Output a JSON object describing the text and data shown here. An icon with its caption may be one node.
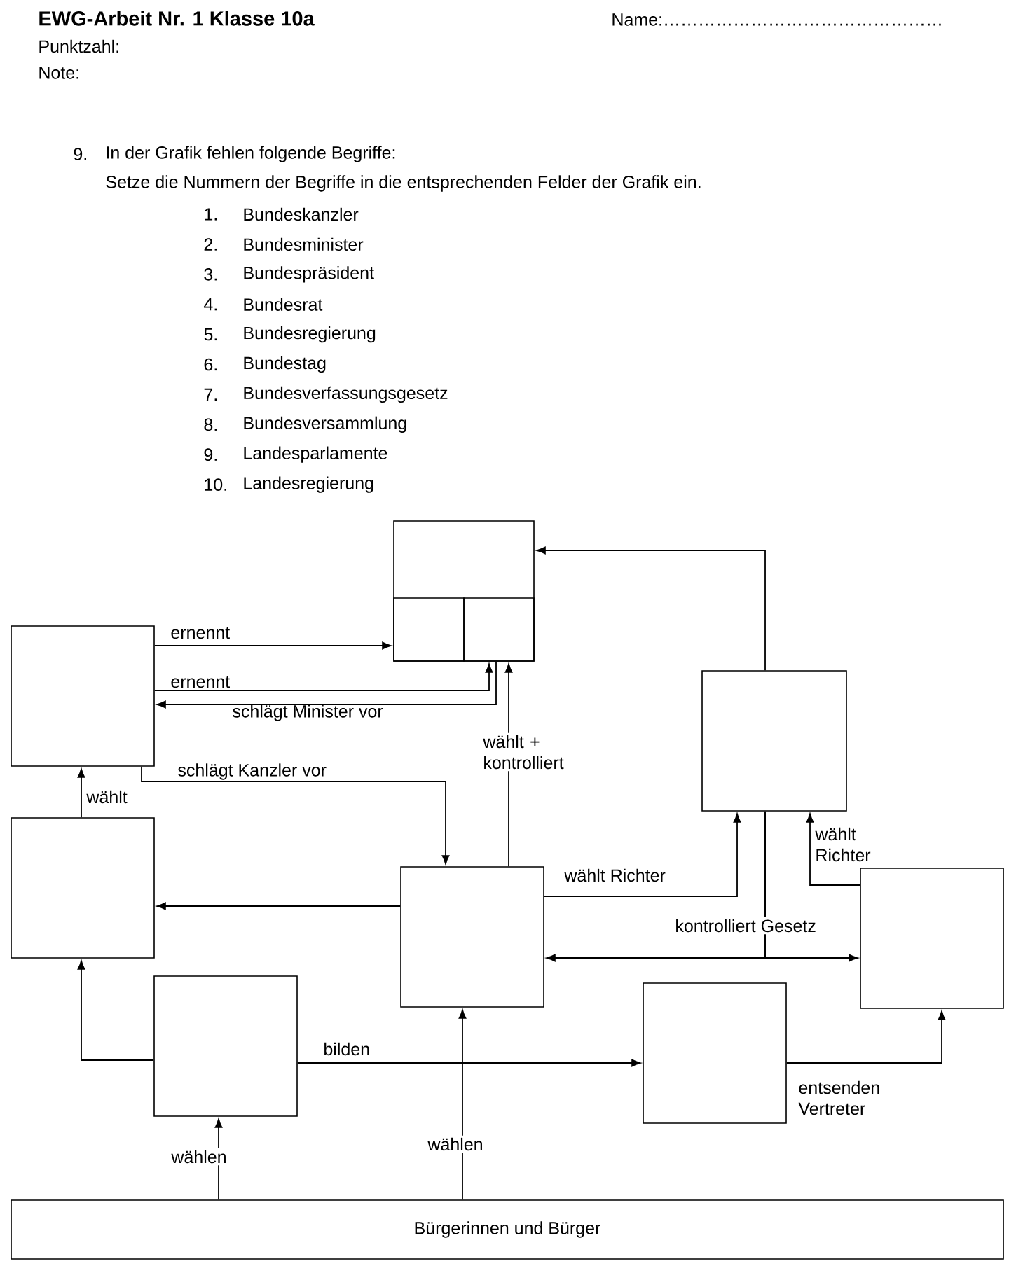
{
  "diagram": {
    "title": "EWG-Arbeit Nr. 1 Klasse 10a",
    "nodes": [
      {
        "text": [],
        "shape": "box"
      },
      {
        "text": [],
        "shape": "box",
        "in": 0
      },
      {
        "text": [],
        "shape": "box",
        "in": 0
      },
      {
        "text": [],
        "shape": "box"
      },
      {
        "text": [],
        "shape": "box"
      },
      {
        "text": [],
        "shape": "box"
      },
      {
        "text": [],
        "shape": "box"
      },
      {
        "text": [],
        "shape": "box"
      },
      {
        "text": [],
        "shape": "box"
      },
      {
        "text": [],
        "shape": "box"
      },
      {
        "text": [
          "Bürgerinnen und Bürger"
        ]
      }
    ],
    "edges": [
      {
        "from": 3,
        "to": 1,
        "arrow": "to",
        "label": "ernennt"
      },
      {
        "from": 3,
        "to": 2,
        "arrow": "to",
        "label": "ernennt"
      },
      {
        "from": 2,
        "to": 3,
        "arrow": "to",
        "label": "schlägt Minister vor"
      },
      {
        "from": 3,
        "to": 6,
        "arrow": "to",
        "label": "schlägt Kanzler vor"
      },
      {
        "from": 6,
        "to": 2,
        "arrow": "to",
        "label": "wählt + kontrolliert"
      },
      {
        "from": 4,
        "to": 0,
        "arrow": "to"
      },
      {
        "from": 5,
        "to": 3,
        "arrow": "to",
        "label": "wählt"
      },
      {
        "from": 6,
        "to": 5,
        "arrow": "to"
      },
      {
        "from": 6,
        "to": 4,
        "arrow": "to",
        "label": "wählt Richter"
      },
      {
        "from": 7,
        "to": 4,
        "arrow": "to",
        "label": "wählt Richter"
      },
      {
        "from": 4,
        "to": 6,
        "arrow": "to",
        "label": "kontrolliert Gesetz"
      },
      {
        "from": 4,
        "to": 7,
        "arrow": "to"
      },
      {
        "from": 8,
        "to": 5,
        "arrow": "to"
      },
      {
        "from": 8,
        "to": 9,
        "arrow": "to",
        "label": "bilden"
      },
      {
        "from": 9,
        "to": 7,
        "arrow": "to",
        "label": "entsenden Vertreter"
      },
      {
        "from": 10,
        "to": 8,
        "arrow": "to",
        "label": "wählen"
      },
      {
        "from": 10,
        "to": 6,
        "arrow": "to",
        "label": "wählen"
      }
    ],
    "labels": [
      "Name:…………………………………………",
      "Punktzahl:",
      "Note:",
      "9.",
      "In der Grafik fehlen folgende Begriffe:",
      "Setze die Nummern der Begriffe in die entsprechenden Felder der Grafik ein.",
      "1.",
      "Bundeskanzler",
      "2.",
      "Bundesminister",
      "3.",
      "Bundespräsident",
      "4.",
      "Bundesrat",
      "5.",
      "Bundesregierung",
      "6.",
      "Bundestag",
      "7.",
      "Bundesverfassungsgesetz",
      "8.",
      "Bundesversammlung",
      "9.",
      "Landesparlamente",
      "10.",
      "Landesregierung"
    ]
  }
}
